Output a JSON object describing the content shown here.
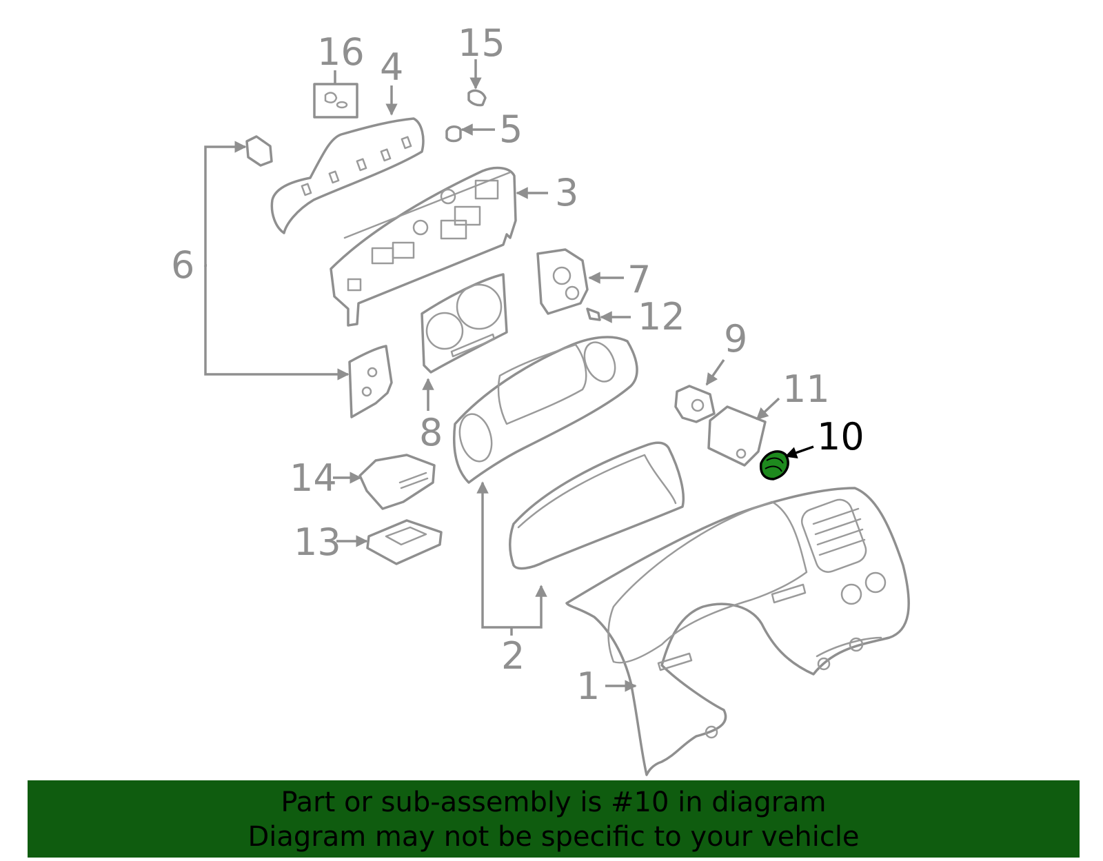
{
  "diagram": {
    "highlight_color": "#1e8a1e",
    "line_color": "#8f8f8f",
    "callouts": [
      {
        "id": "c1",
        "label": "1"
      },
      {
        "id": "c2",
        "label": "2"
      },
      {
        "id": "c3",
        "label": "3"
      },
      {
        "id": "c4",
        "label": "4"
      },
      {
        "id": "c5",
        "label": "5"
      },
      {
        "id": "c6",
        "label": "6"
      },
      {
        "id": "c7",
        "label": "7"
      },
      {
        "id": "c8",
        "label": "8"
      },
      {
        "id": "c9",
        "label": "9"
      },
      {
        "id": "c10",
        "label": "10",
        "highlighted": true
      },
      {
        "id": "c11",
        "label": "11"
      },
      {
        "id": "c12",
        "label": "12"
      },
      {
        "id": "c13",
        "label": "13"
      },
      {
        "id": "c14",
        "label": "14"
      },
      {
        "id": "c15",
        "label": "15"
      },
      {
        "id": "c16",
        "label": "16"
      }
    ]
  },
  "banner": {
    "line1": "Part or sub-assembly is #10 in diagram",
    "line2": "Diagram may not be specific to your vehicle",
    "background": "#0f5c0f"
  }
}
